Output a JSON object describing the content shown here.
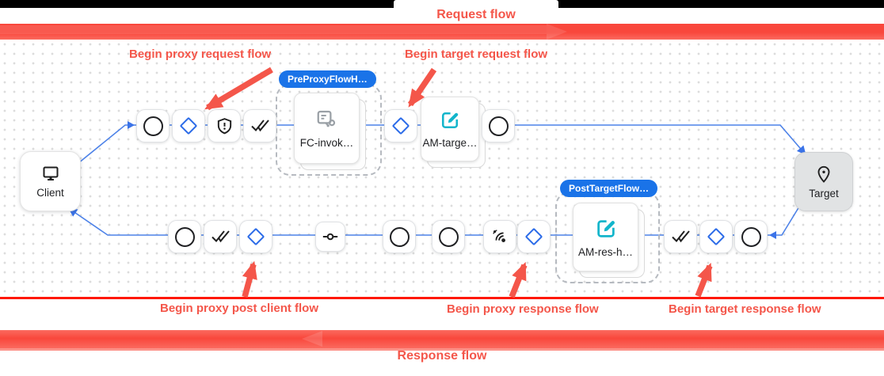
{
  "banners": {
    "request_label": "Request flow",
    "response_label": "Response flow"
  },
  "annotations": {
    "begin_proxy_request": "Begin proxy request flow",
    "begin_target_request": "Begin target request flow",
    "begin_proxy_post_client": "Begin proxy post client flow",
    "begin_proxy_response": "Begin proxy response flow",
    "begin_target_response": "Begin target response flow"
  },
  "nodes": {
    "client": {
      "label": "Client",
      "icon": "monitor-icon"
    },
    "target": {
      "label": "Target",
      "icon": "place-pin-icon"
    }
  },
  "groups": {
    "pre_proxy": {
      "badge": "PreProxyFlowH…",
      "step_label": "FC-invok…",
      "step_icon": "flow-callout-icon"
    },
    "post_target": {
      "badge": "PostTargetFlow…",
      "step_label": "AM-res-h…",
      "step_icon": "edit-square-icon"
    }
  },
  "steps": {
    "am_target": {
      "label": "AM-targe…",
      "icon": "edit-square-icon"
    },
    "request_row_icons": [
      "circle-icon",
      "diamond-icon",
      "shield-icon",
      "double-check-icon",
      "diamond-icon",
      "circle-icon"
    ],
    "response_row_icons": [
      "circle-icon",
      "double-check-icon",
      "diamond-icon",
      "commit-icon",
      "circle-icon",
      "circle-icon",
      "sensors-icon",
      "diamond-icon",
      "double-check-icon",
      "diamond-icon",
      "circle-icon"
    ],
    "response_direction": "right-to-left"
  },
  "colors": {
    "annotation_red": "#f4564a",
    "banner_red": "#f9473c",
    "divider_red": "#ff1705",
    "badge_blue": "#1a73e8",
    "diamond_blue": "#2b6be8",
    "connector_blue": "#4d82e8",
    "edit_teal": "#12b5cb",
    "flow_callout_gray": "#9aa0a6",
    "target_node_gray": "#e1e3e4"
  }
}
